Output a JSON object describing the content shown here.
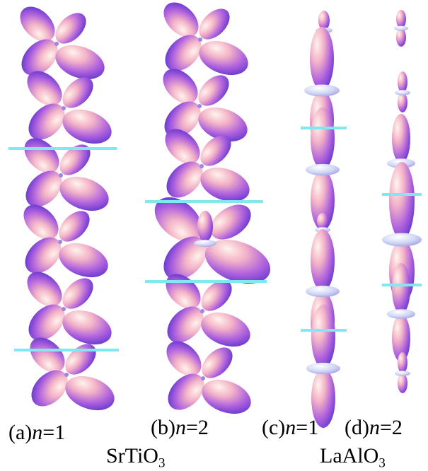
{
  "panels": [
    {
      "id": "a",
      "tag": "(a)",
      "var": "n",
      "eq": "=",
      "value": "1"
    },
    {
      "id": "b",
      "tag": "(b)",
      "var": "n",
      "eq": "=",
      "value": "2"
    },
    {
      "id": "c",
      "tag": "(c)",
      "var": "n",
      "eq": "=",
      "value": "1"
    },
    {
      "id": "d",
      "tag": "(d)",
      "var": "n",
      "eq": "=",
      "value": "2"
    }
  ],
  "materials": [
    {
      "base": "SrTiO",
      "sub": "3"
    },
    {
      "base": "LaAlO",
      "sub": "3"
    }
  ],
  "colors": {
    "orbital_light": "#ffe8dc",
    "orbital_mid": "#e07cc8",
    "orbital_dark": "#3c22c8",
    "separator": "#7fe8f0",
    "background": "#ffffff"
  }
}
